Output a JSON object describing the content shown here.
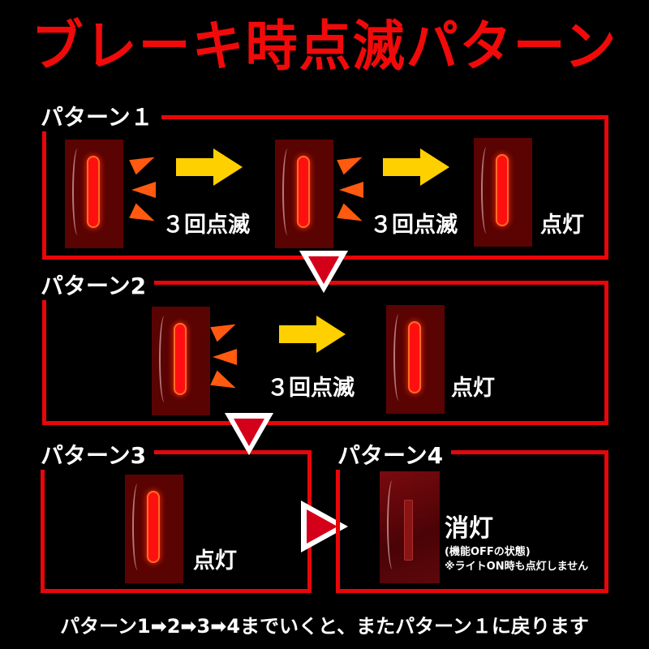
{
  "title": "ブレーキ時点滅パターン",
  "colors": {
    "frame": "#e8060a",
    "arrow": "#ffd000",
    "title": "#f00a0a",
    "lamp_bg": "#5a0303"
  },
  "patterns": [
    {
      "label": "パターン１",
      "steps": [
        "３回点滅",
        "３回点滅",
        "点灯"
      ]
    },
    {
      "label": "パターン2",
      "steps": [
        "３回点滅",
        "点灯"
      ]
    },
    {
      "label": "パターン3",
      "steps": [
        "点灯"
      ]
    },
    {
      "label": "パターン4",
      "steps": [
        "消灯"
      ],
      "note1": "(機能OFFの状態)",
      "note2": "※ライトON時も点灯しません"
    }
  ],
  "icons": {
    "step_arrow": "yellow-right-arrow",
    "flow_down": "down-triangle",
    "flow_right": "right-triangle",
    "blink_rays": "flash-rays"
  },
  "footer": "パターン1➡2➡3➡4までいくと、またパターン１に戻ります"
}
